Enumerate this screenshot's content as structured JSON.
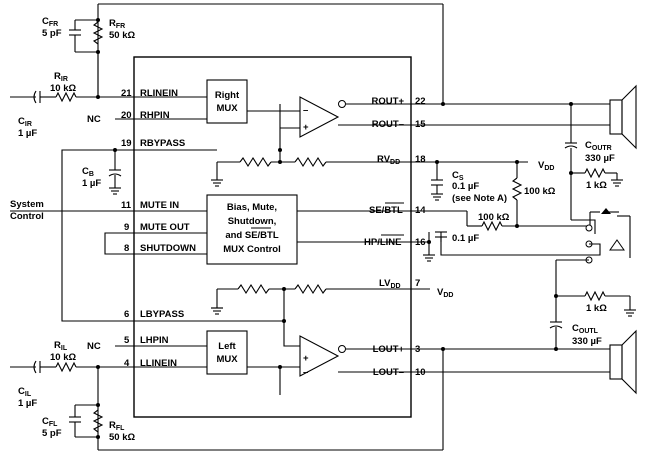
{
  "components": {
    "cfr": {
      "name": "C",
      "sub": "FR",
      "value": "5 pF"
    },
    "rfr": {
      "name": "R",
      "sub": "FR",
      "value": "50 kΩ"
    },
    "rir": {
      "name": "R",
      "sub": "IR",
      "value": "10 kΩ"
    },
    "cir": {
      "name": "C",
      "sub": "IR",
      "value": "1 µF"
    },
    "cb": {
      "name": "C",
      "sub": "B",
      "value": "1 µF"
    },
    "cs": {
      "name": "C",
      "sub": "S",
      "value": "0.1 µF",
      "note": "(see Note A)"
    },
    "r100a": {
      "value": "100 kΩ"
    },
    "r100b": {
      "value": "100 kΩ"
    },
    "cap01": {
      "value": "0.1 µF"
    },
    "coutr": {
      "name": "C",
      "sub": "OUTR",
      "value": "330 µF"
    },
    "coutl": {
      "name": "C",
      "sub": "OUTL",
      "value": "330 µF"
    },
    "r1ka": {
      "value": "1 kΩ"
    },
    "r1kb": {
      "value": "1 kΩ"
    },
    "ril": {
      "name": "R",
      "sub": "IL",
      "value": "10 kΩ"
    },
    "cil": {
      "name": "C",
      "sub": "IL",
      "value": "1 µF"
    },
    "cfl": {
      "name": "C",
      "sub": "FL",
      "value": "5 pF"
    },
    "rfl": {
      "name": "R",
      "sub": "FL",
      "value": "50 kΩ"
    }
  },
  "supply": {
    "vdd_right": "V",
    "vdd_sub": "DD",
    "vdd_left": "V"
  },
  "system_control": [
    "System",
    "Control"
  ],
  "nc": "NC",
  "pins_left": [
    {
      "num": "21",
      "name": "RLINEIN"
    },
    {
      "num": "20",
      "name": "RHPIN"
    },
    {
      "num": "19",
      "name": "RBYPASS"
    },
    {
      "num": "11",
      "name": "MUTE IN"
    },
    {
      "num": "9",
      "name": "MUTE OUT"
    },
    {
      "num": "8",
      "name": "SHUTDOWN"
    },
    {
      "num": "6",
      "name": "LBYPASS"
    },
    {
      "num": "5",
      "name": "LHPIN"
    },
    {
      "num": "4",
      "name": "LLINEIN"
    }
  ],
  "pins_right": [
    {
      "num": "22",
      "name": "ROUT+"
    },
    {
      "num": "15",
      "name": "ROUT–"
    },
    {
      "num": "18",
      "name": "RV",
      "sub": "DD"
    },
    {
      "num": "14",
      "name": "SE/",
      "over": "BTL"
    },
    {
      "num": "16",
      "name": "HP/",
      "over": "LINE"
    },
    {
      "num": "7",
      "name": "LV",
      "sub": "DD"
    },
    {
      "num": "3",
      "name": "LOUT+"
    },
    {
      "num": "10",
      "name": "LOUT–"
    }
  ],
  "blocks": {
    "right_mux": [
      "Right",
      "MUX"
    ],
    "left_mux": [
      "Left",
      "MUX"
    ],
    "control": [
      "Bias, Mute,",
      "Shutdown,",
      "and SE/BTL",
      "MUX Control"
    ]
  }
}
